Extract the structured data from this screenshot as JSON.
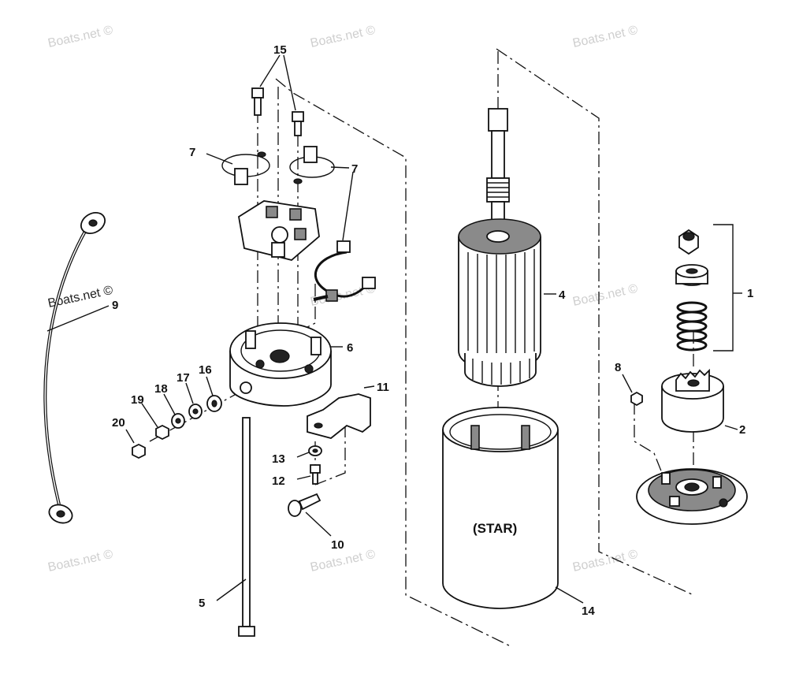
{
  "watermark_text": "Boats.net ©",
  "body_label": "(STAR)",
  "callouts": {
    "c1": "1",
    "c2": "2",
    "c4": "4",
    "c5": "5",
    "c6": "6",
    "c7a": "7",
    "c7b": "7",
    "c8": "8",
    "c9": "9",
    "c10": "10",
    "c11": "11",
    "c12": "12",
    "c13": "13",
    "c14": "14",
    "c15": "15",
    "c16": "16",
    "c17": "17",
    "c18": "18",
    "c19": "19",
    "c20": "20"
  }
}
